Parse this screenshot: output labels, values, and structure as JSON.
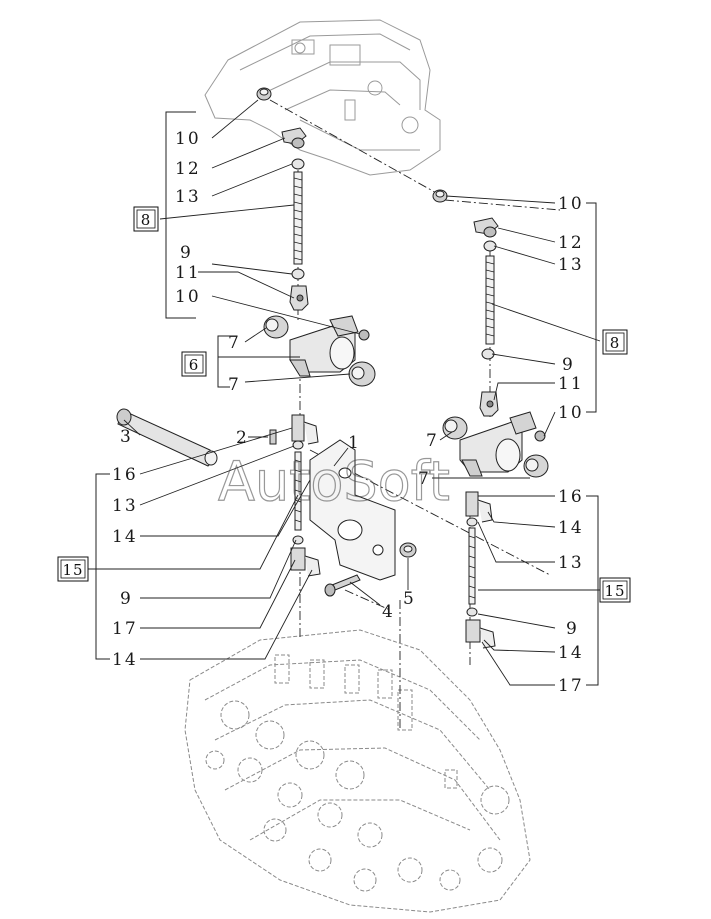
{
  "watermark": "AutoSoft",
  "callouts": [
    {
      "id": "c-10-a",
      "text": "10"
    },
    {
      "id": "c-12-a",
      "text": "12"
    },
    {
      "id": "c-13-a",
      "text": "13"
    },
    {
      "id": "c-9-a",
      "text": "9"
    },
    {
      "id": "c-11-a",
      "text": "11"
    },
    {
      "id": "c-10-b",
      "text": "10"
    },
    {
      "id": "c-7-a",
      "text": "7"
    },
    {
      "id": "c-7-b",
      "text": "7"
    },
    {
      "id": "c-3",
      "text": "3"
    },
    {
      "id": "c-2",
      "text": "2"
    },
    {
      "id": "c-16-a",
      "text": "16"
    },
    {
      "id": "c-13-b",
      "text": "13"
    },
    {
      "id": "c-14-a",
      "text": "14"
    },
    {
      "id": "c-9-b",
      "text": "9"
    },
    {
      "id": "c-17-a",
      "text": "17"
    },
    {
      "id": "c-14-b",
      "text": "14"
    },
    {
      "id": "c-4",
      "text": "4"
    },
    {
      "id": "c-5",
      "text": "5"
    },
    {
      "id": "c-1",
      "text": "1"
    },
    {
      "id": "c-10-c",
      "text": "10"
    },
    {
      "id": "c-12-b",
      "text": "12"
    },
    {
      "id": "c-13-c",
      "text": "13"
    },
    {
      "id": "c-9-c",
      "text": "9"
    },
    {
      "id": "c-11-b",
      "text": "11"
    },
    {
      "id": "c-10-d",
      "text": "10"
    },
    {
      "id": "c-7-c",
      "text": "7"
    },
    {
      "id": "c-7-d",
      "text": "7"
    },
    {
      "id": "c-16-b",
      "text": "16"
    },
    {
      "id": "c-14-c",
      "text": "14"
    },
    {
      "id": "c-13-d",
      "text": "13"
    },
    {
      "id": "c-9-d",
      "text": "9"
    },
    {
      "id": "c-14-d",
      "text": "14"
    },
    {
      "id": "c-17-b",
      "text": "17"
    }
  ],
  "boxed_labels": [
    {
      "id": "b-8-a",
      "text": "8"
    },
    {
      "id": "b-6",
      "text": "6"
    },
    {
      "id": "b-15-a",
      "text": "15"
    },
    {
      "id": "b-8-b",
      "text": "8"
    },
    {
      "id": "b-15-b",
      "text": "15"
    }
  ]
}
